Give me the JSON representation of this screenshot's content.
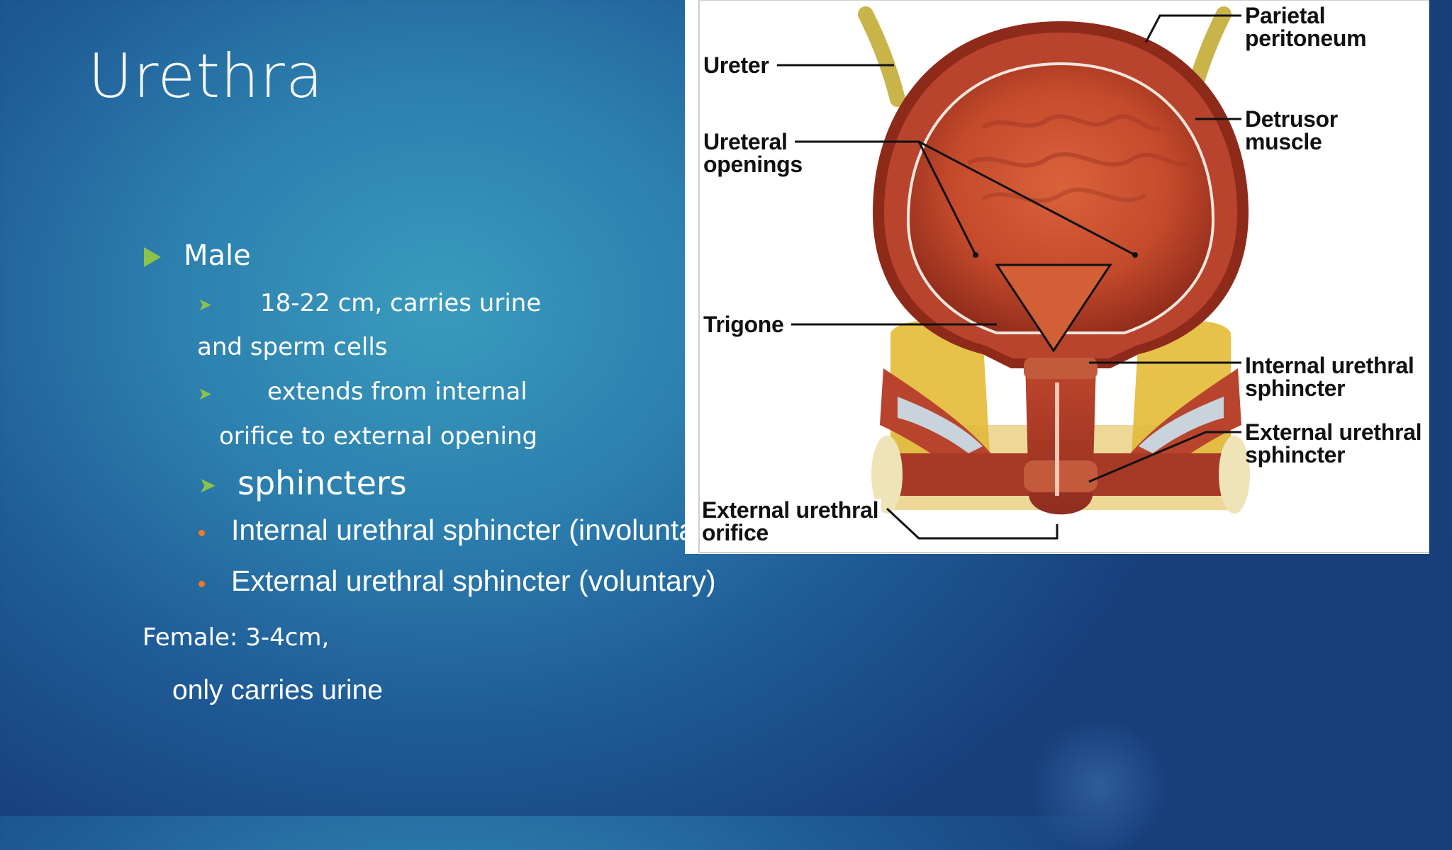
{
  "slide": {
    "title": "Urethra",
    "male_heading": "Male",
    "bullets": {
      "b1_line1": "18-22 cm, carries urine",
      "b1_line2": "and sperm cells",
      "b2_line1": "extends from internal",
      "b2_line2": "orifice to external opening",
      "b3": "sphincters",
      "s1": "Internal urethral sphincter (involunta",
      "s2": "External urethral sphincter (voluntary)"
    },
    "female_line1": "Female: 3-4cm,",
    "female_line2": "only carries urine"
  },
  "figure": {
    "labels": {
      "ureter": "Ureter",
      "ureteral_1": "Ureteral",
      "ureteral_2": "openings",
      "trigone": "Trigone",
      "ext_orifice_1": "External urethral",
      "ext_orifice_2": "orifice",
      "parietal_1": "Parietal",
      "parietal_2": "peritoneum",
      "detrusor_1": "Detrusor",
      "detrusor_2": "muscle",
      "internal_1": "Internal urethral",
      "internal_2": "sphincter",
      "external_1": "External urethral",
      "external_2": "sphincter"
    }
  },
  "colors": {
    "bullet_arrow": "#8bc34a",
    "bullet_dot": "#f07a2a",
    "muscle": "#b8442e",
    "fat": "#e6c24a"
  }
}
